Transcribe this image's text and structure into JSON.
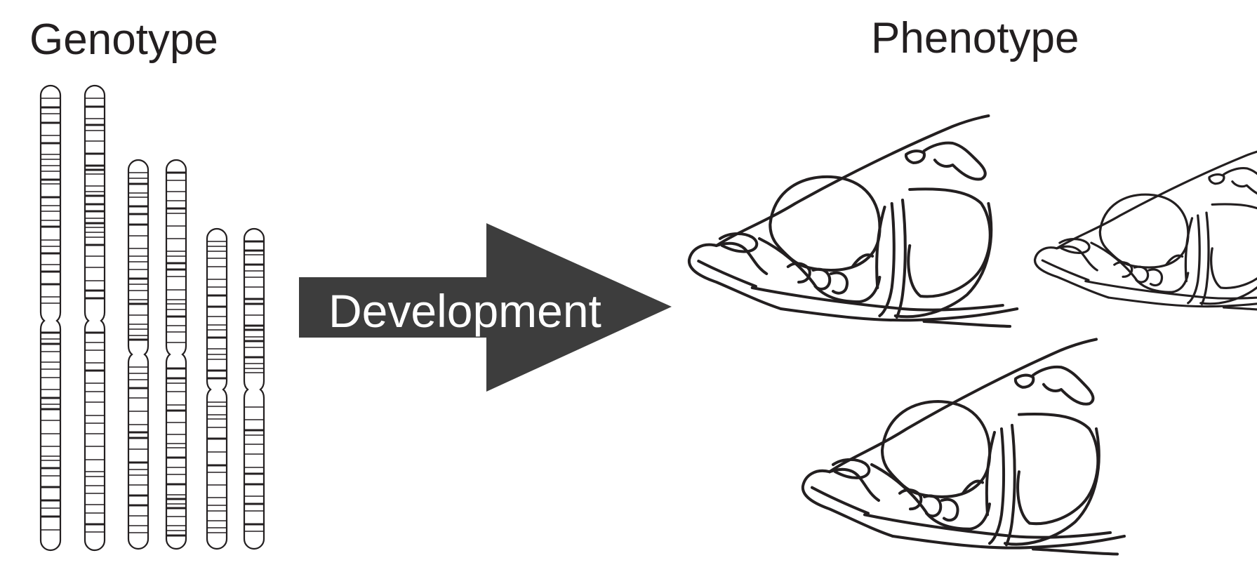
{
  "titles": {
    "genotype": "Genotype",
    "phenotype": "Phenotype"
  },
  "arrow": {
    "label": "Development",
    "color": "#3d3d3d"
  },
  "colors": {
    "ink": "#231f20",
    "background": "#ffffff"
  },
  "icons": [
    "chromosome-icon",
    "fish-skull-icon"
  ]
}
